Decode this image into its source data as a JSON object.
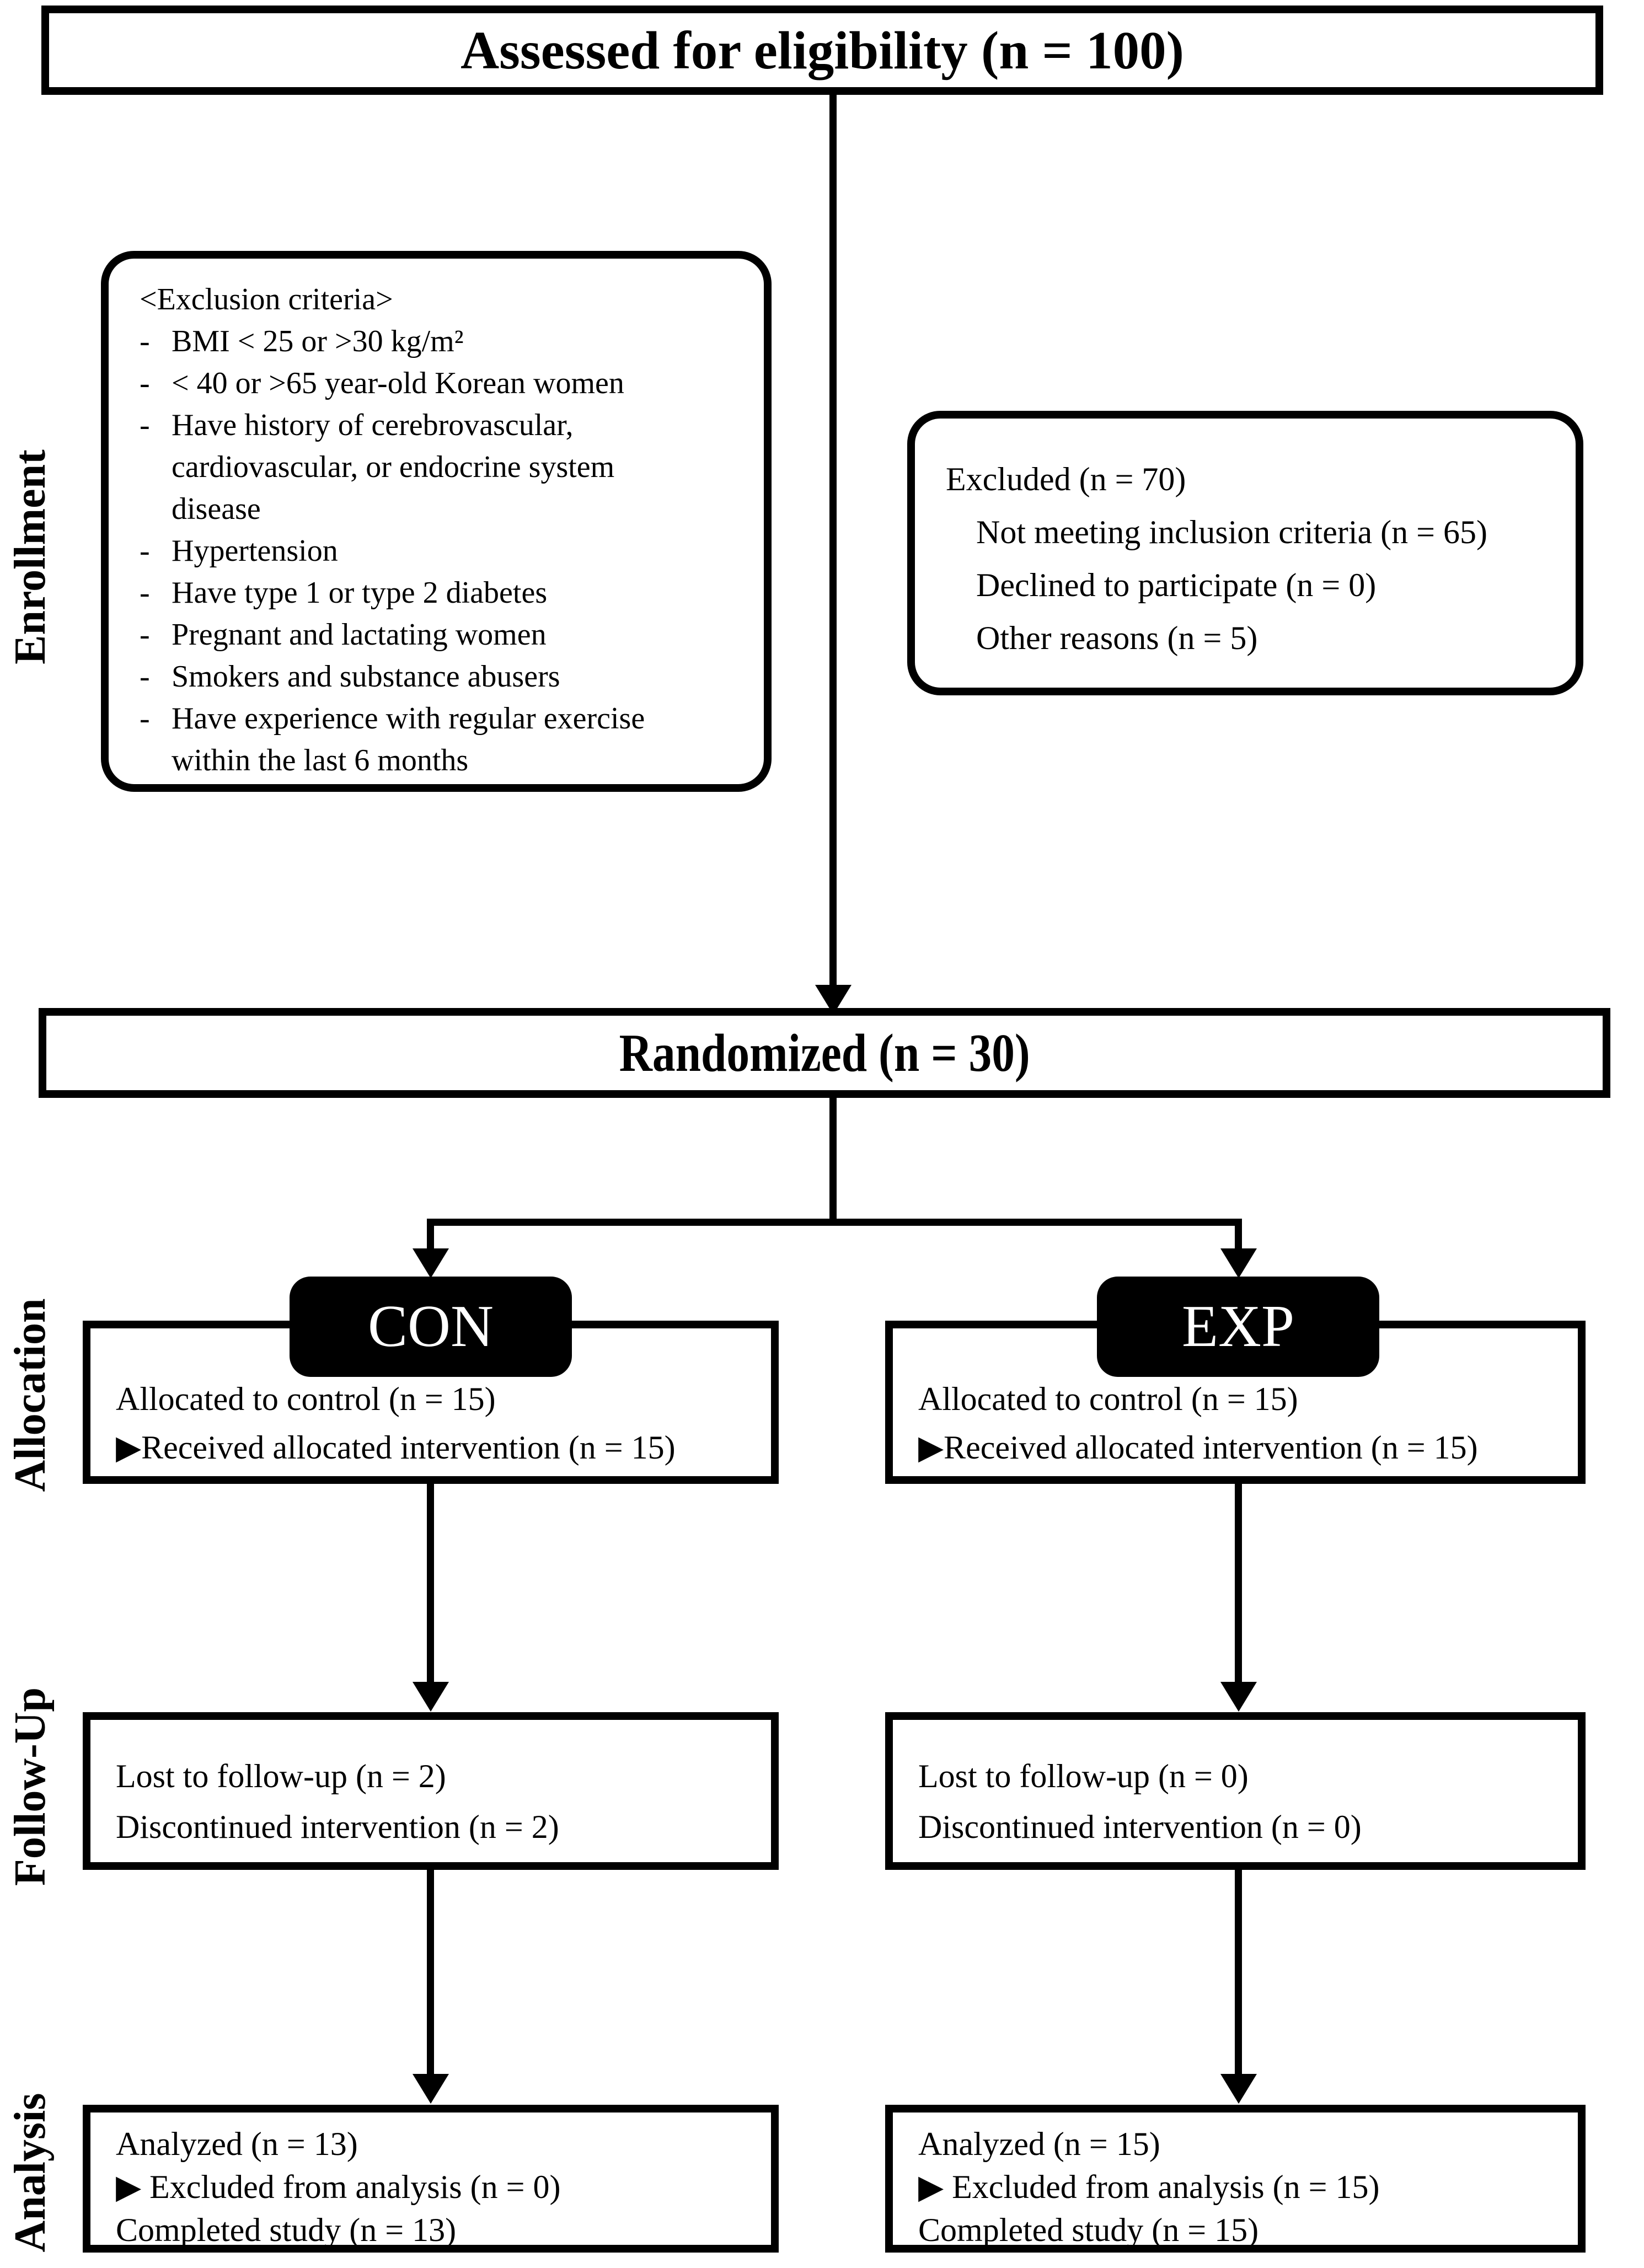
{
  "palette": {
    "ink": "#000000",
    "paper": "#ffffff"
  },
  "stages": {
    "enrollment": "Enrollment",
    "allocation": "Allocation",
    "followup": "Follow-Up",
    "analysis": "Analysis"
  },
  "assessed_box": {
    "text": "Assessed for eligibility (n = 100)"
  },
  "randomized_box": {
    "text": "Randomized (n = 30)"
  },
  "exclusion_box": {
    "title": "<Exclusion criteria>",
    "lines": [
      {
        "bullet": "-",
        "text": "BMI < 25 or >30 kg/m²"
      },
      {
        "bullet": "-",
        "text": "< 40 or >65 year-old Korean women"
      },
      {
        "bullet": "-",
        "text": "Have history of cerebrovascular,"
      },
      {
        "bullet": "",
        "text": "cardiovascular, or endocrine system"
      },
      {
        "bullet": "",
        "text": "disease"
      },
      {
        "bullet": "-",
        "text": "Hypertension"
      },
      {
        "bullet": "-",
        "text": "Have type 1 or type 2 diabetes"
      },
      {
        "bullet": "-",
        "text": "Pregnant and lactating women"
      },
      {
        "bullet": "-",
        "text": "Smokers and substance abusers"
      },
      {
        "bullet": "-",
        "text": "Have experience with regular exercise"
      },
      {
        "bullet": "",
        "text": "within the last 6 months"
      }
    ]
  },
  "excluded_box": {
    "title": "Excluded (n = 70)",
    "items": [
      "Not meeting inclusion criteria (n = 65)",
      "Declined to participate (n = 0)",
      "Other reasons (n = 5)"
    ]
  },
  "groups": {
    "con": {
      "tag": "CON",
      "allocation_lines": [
        "Allocated to control (n = 15)",
        "▶Received allocated intervention (n = 15)"
      ],
      "followup_lines": [
        "Lost to follow-up (n = 2)",
        "Discontinued intervention (n = 2)"
      ],
      "analysis_lines": [
        "Analyzed (n = 13)",
        "▶ Excluded from analysis (n = 0)",
        "Completed study (n = 13)"
      ]
    },
    "exp": {
      "tag": "EXP",
      "allocation_lines": [
        "Allocated to control (n = 15)",
        "▶Received allocated intervention (n = 15)"
      ],
      "followup_lines": [
        "Lost to follow-up (n = 0)",
        "Discontinued intervention (n = 0)"
      ],
      "analysis_lines": [
        "Analyzed (n = 15)",
        "▶ Excluded from analysis (n = 15)",
        "Completed study (n = 15)"
      ]
    }
  }
}
